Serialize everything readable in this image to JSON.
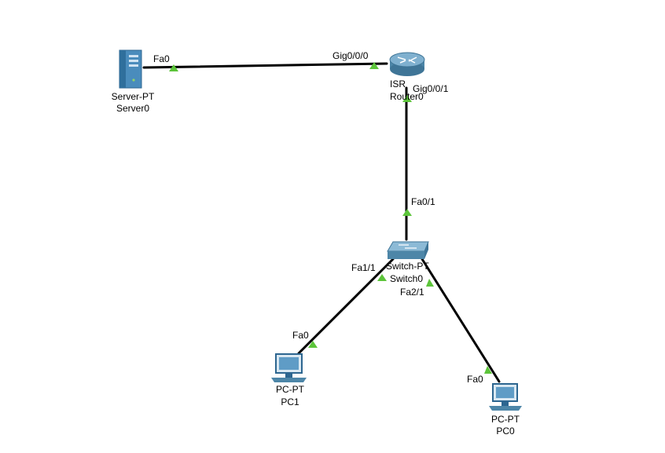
{
  "colors": {
    "link": "#000000",
    "status_up": "#5cc43a",
    "device_blue": "#3a7fb0"
  },
  "devices": {
    "server0": {
      "model": "Server-PT",
      "name": "Server0",
      "icon": "server-icon"
    },
    "router0": {
      "model": "ISR",
      "name": "Router0",
      "icon": "router-icon"
    },
    "switch0": {
      "model": "Switch-PT",
      "name": "Switch0",
      "icon": "switch-icon"
    },
    "pc1": {
      "model": "PC-PT",
      "name": "PC1",
      "icon": "pc-icon"
    },
    "pc0": {
      "model": "PC-PT",
      "name": "PC0",
      "icon": "pc-icon"
    }
  },
  "links": {
    "server_router": {
      "a": "Fa0",
      "b": "Gig0/0/0"
    },
    "router_switch": {
      "a": "Gig0/0/1",
      "b": "Fa0/1"
    },
    "switch_pc1": {
      "a": "Fa1/1",
      "b": "Fa0"
    },
    "switch_pc0": {
      "a": "Fa2/1",
      "b": "Fa0"
    }
  }
}
